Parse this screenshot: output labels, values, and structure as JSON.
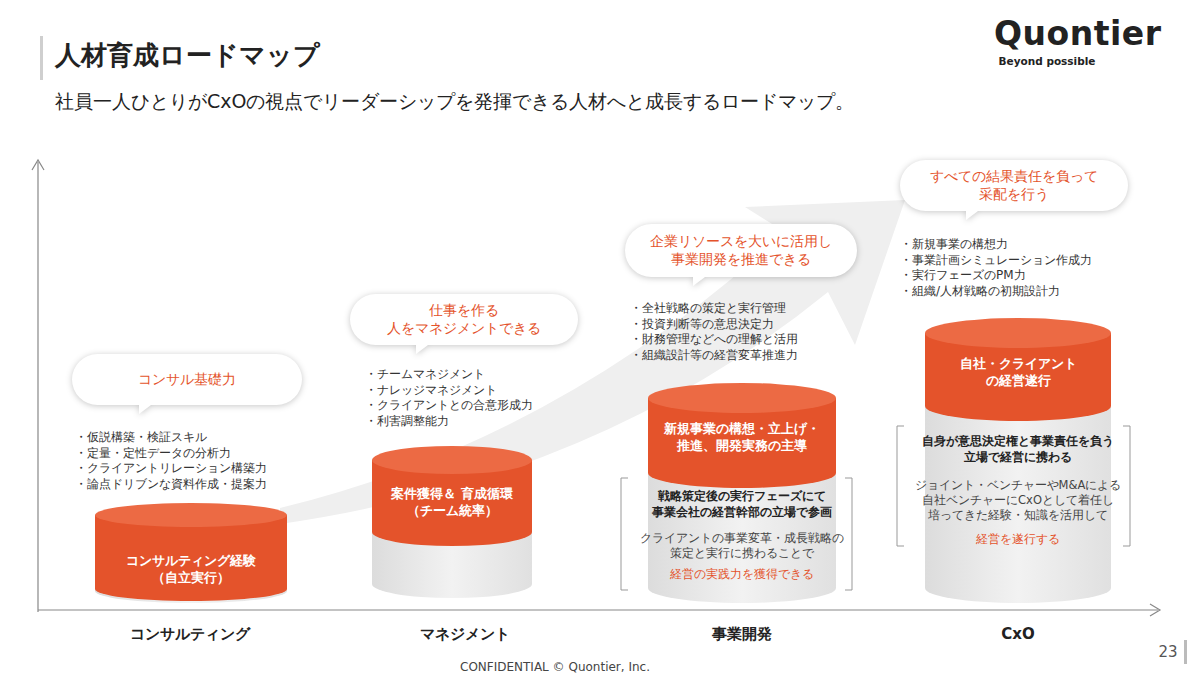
{
  "diagram": {
    "title": "人材育成ロードマップ",
    "nodes": [
      {
        "text": [
          "コンサル基礎力"
        ]
      },
      {
        "text": [
          "コンサルティング経験 （自立実行）"
        ]
      },
      {
        "text": [
          "仕事を作る 人をマネジメントできる"
        ]
      },
      {
        "text": [
          "案件獲得＆ 育成循環（チーム統率）"
        ]
      },
      {
        "text": [
          "企業リソースを大いに活用し 事業開発を推進できる"
        ]
      },
      {
        "text": [
          "新規事業の構想・立上げ・ 推進、開発実務の主導",
          "戦略策定後の実行フェーズにて 事業会社の経営幹部の立場で参画",
          "クライアントの事業変革・成長戦略の 策定と実行に携わることで",
          "経営の実践力を獲得できる"
        ]
      },
      {
        "text": [
          "すべての結果責任を負って 采配を行う"
        ]
      },
      {
        "text": [
          "自社・クライアント の経営遂行",
          "自身が意思決定権と事業責任を負う 立場で経営に携わる",
          "ジョイント・ベンチャーやM&Aによる 自社ベンチャーにCxOとして着任し 培ってきた経験・知識を活用して",
          "経営を遂行する"
        ]
      }
    ],
    "labels": [
      "社員一人ひとりがCxOの視点でリーダーシップを発揮できる人材へと成長するロードマップ。",
      "Quontier",
      "Beyond possible",
      "・仮説構築・検証スキル",
      "・定量・定性データの分析力",
      "・クライアントリレーション構築力",
      "・論点ドリブンな資料作成・提案力",
      "・チームマネジメント",
      "・ナレッジマネジメント",
      "・クライアントとの合意形成力",
      "・利害調整能力",
      "・全社戦略の策定と実行管理",
      "・投資判断等の意思決定力",
      "・財務管理などへの理解と活用",
      "・組織設計等の経営変革推進力",
      "・新規事業の構想力",
      "・事業計画シミュレーション作成力",
      "・実行フェーズのPM力",
      "・組織/人材戦略の初期設計力",
      "コンサルティング",
      "マネジメント",
      "事業開発",
      "CxO",
      "CONFIDENTIAL © Quontier, Inc.",
      "23"
    ]
  }
}
